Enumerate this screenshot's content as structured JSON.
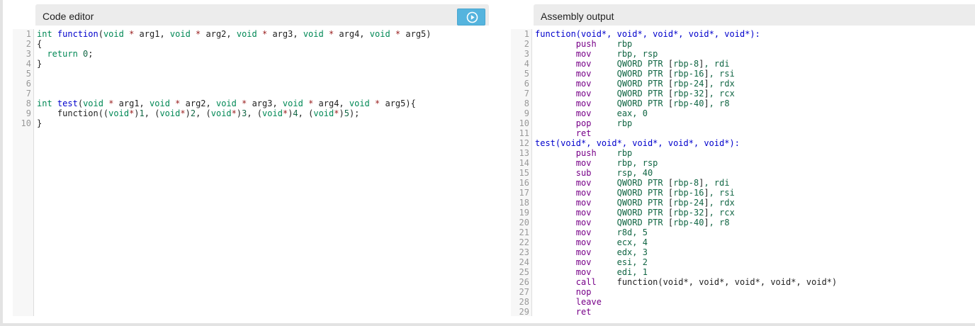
{
  "editor": {
    "title": "Code editor",
    "lines": [
      "int function(void * arg1, void * arg2, void * arg3, void * arg4, void * arg5)",
      "{",
      "  return 0;",
      "}",
      "",
      "",
      "",
      "int test(void * arg1, void * arg2, void * arg3, void * arg4, void * arg5){",
      "    function((void*)1, (void*)2, (void*)3, (void*)4, (void*)5);",
      "}"
    ]
  },
  "assembly": {
    "title": "Assembly output",
    "lines": [
      {
        "label": "function(void*, void*, void*, void*, void*):"
      },
      {
        "op": "push",
        "args": "rbp"
      },
      {
        "op": "mov",
        "args": "rbp, rsp"
      },
      {
        "op": "mov",
        "args": "QWORD PTR [rbp-8], rdi"
      },
      {
        "op": "mov",
        "args": "QWORD PTR [rbp-16], rsi"
      },
      {
        "op": "mov",
        "args": "QWORD PTR [rbp-24], rdx"
      },
      {
        "op": "mov",
        "args": "QWORD PTR [rbp-32], rcx"
      },
      {
        "op": "mov",
        "args": "QWORD PTR [rbp-40], r8"
      },
      {
        "op": "mov",
        "args": "eax, 0"
      },
      {
        "op": "pop",
        "args": "rbp"
      },
      {
        "op": "ret",
        "args": ""
      },
      {
        "label": "test(void*, void*, void*, void*, void*):"
      },
      {
        "op": "push",
        "args": "rbp"
      },
      {
        "op": "mov",
        "args": "rbp, rsp"
      },
      {
        "op": "sub",
        "args": "rsp, 40"
      },
      {
        "op": "mov",
        "args": "QWORD PTR [rbp-8], rdi"
      },
      {
        "op": "mov",
        "args": "QWORD PTR [rbp-16], rsi"
      },
      {
        "op": "mov",
        "args": "QWORD PTR [rbp-24], rdx"
      },
      {
        "op": "mov",
        "args": "QWORD PTR [rbp-32], rcx"
      },
      {
        "op": "mov",
        "args": "QWORD PTR [rbp-40], r8"
      },
      {
        "op": "mov",
        "args": "r8d, 5"
      },
      {
        "op": "mov",
        "args": "ecx, 4"
      },
      {
        "op": "mov",
        "args": "edx, 3"
      },
      {
        "op": "mov",
        "args": "esi, 2"
      },
      {
        "op": "mov",
        "args": "edi, 1"
      },
      {
        "op": "call",
        "args": "function(void*, void*, void*, void*, void*)",
        "plain": true
      },
      {
        "op": "nop",
        "args": ""
      },
      {
        "op": "leave",
        "args": ""
      },
      {
        "op": "ret",
        "args": ""
      }
    ]
  },
  "icons": {
    "run": "play-circle-icon"
  },
  "colors": {
    "keyword": "#008855",
    "function": "#0000cc",
    "number": "#116644",
    "operator": "#981a1a",
    "asm_label": "#0000cc",
    "asm_op": "#770088",
    "asm_arg": "#116644",
    "run_button": "#55b4de",
    "header_bg": "#ececec",
    "gutter_bg": "#f7f7f7"
  }
}
